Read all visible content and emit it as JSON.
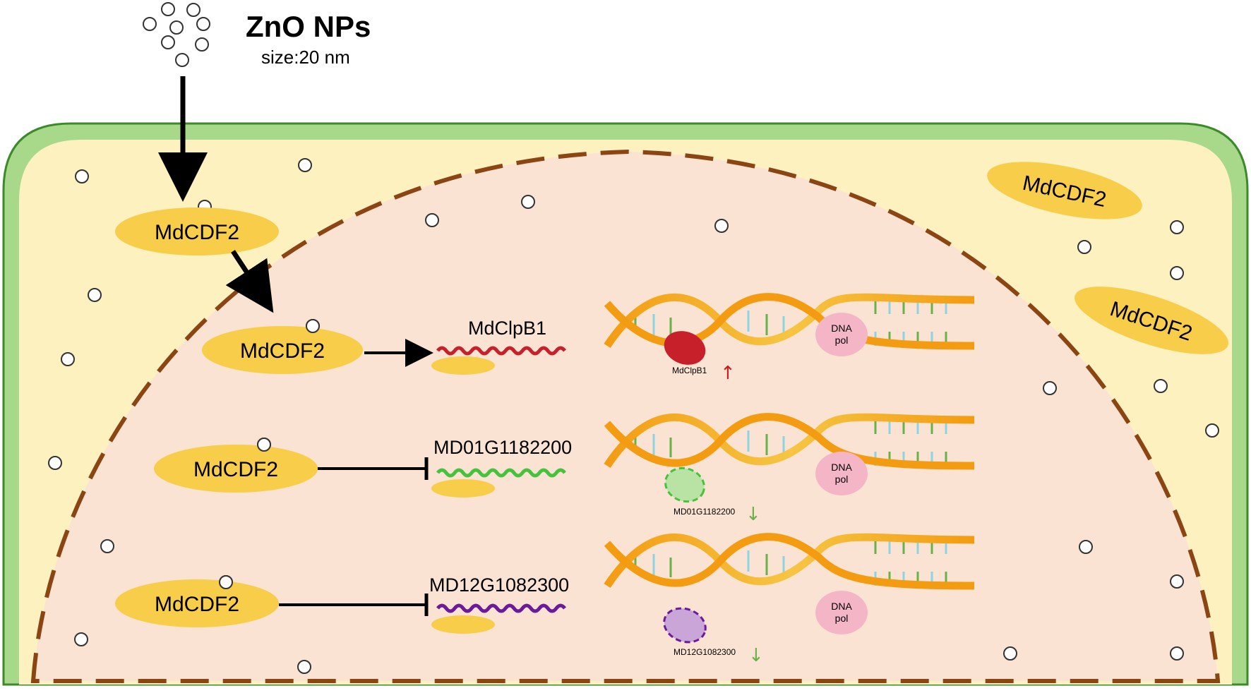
{
  "header": {
    "title": "ZnO NPs",
    "subtitle": "size:20 nm"
  },
  "proteins": {
    "mdcdf2": "MdCDF2"
  },
  "genes": [
    {
      "name": "MdClpB1",
      "color": "#c8202a",
      "effect": "up",
      "marker_label": "MdClpB1"
    },
    {
      "name": "MD01G1182200",
      "color": "#46c23c",
      "effect": "down",
      "marker_label": "MD01G1182200"
    },
    {
      "name": "MD12G1082300",
      "color": "#6a1b9a",
      "effect": "down",
      "marker_label": "MD12G1082300"
    }
  ],
  "dna_pol": {
    "line1": "DNA",
    "line2": "pol"
  },
  "arrows": {
    "up": "↑",
    "down": "↓"
  },
  "colors": {
    "cell_wall": "#a8d88a",
    "cytoplasm": "#fdf1c0",
    "nucleus": "#fbe3d3",
    "nuclear_membrane": "#8b4513",
    "protein": "#f7cd4a",
    "dna_pol": "#f4b6c6",
    "dna_strand": "#f6a21f",
    "up_arrow": "#d0191d",
    "down_arrow": "#6ab04c"
  }
}
